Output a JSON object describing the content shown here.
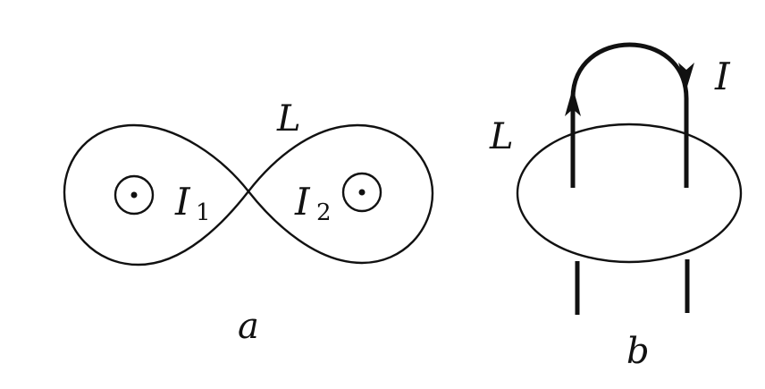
{
  "panel_a": {
    "loop_label": "L",
    "current_1": {
      "symbol": "I",
      "subscript": "1"
    },
    "current_2": {
      "symbol": "I",
      "subscript": "2"
    },
    "caption": "a"
  },
  "panel_b": {
    "loop_label": "L",
    "current_label": "I",
    "caption": "b"
  },
  "colors": {
    "ink": "#111111",
    "background": "#ffffff"
  }
}
